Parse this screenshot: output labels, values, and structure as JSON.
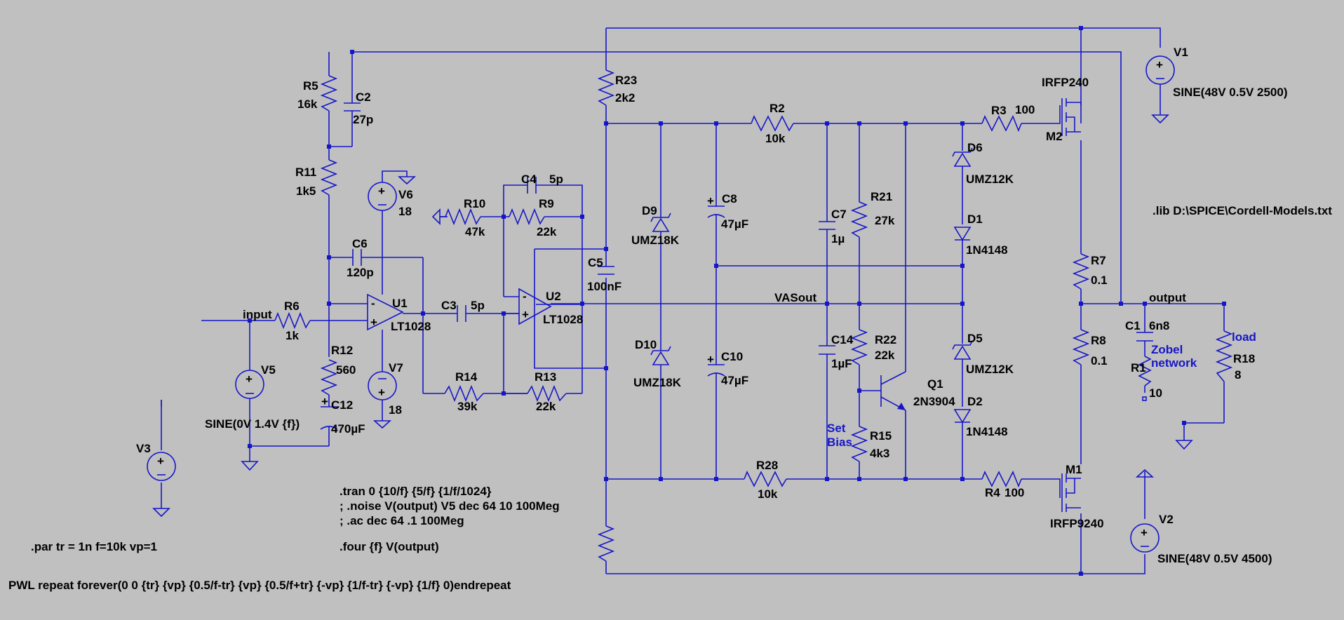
{
  "labels": {
    "R5": "R5",
    "R5v": "16k",
    "C2": "C2",
    "C2v": "27p",
    "R11": "R11",
    "R11v": "1k5",
    "V6": "V6",
    "V6v": "18",
    "C6": "C6",
    "C6v": "120p",
    "R6": "R6",
    "R6v": "1k",
    "input": "input",
    "U1": "U1",
    "U1m": "LT1028",
    "R12": "R12",
    "R12v": "560",
    "C12": "C12",
    "C12v": "470µF",
    "V5": "V5",
    "V5v": "SINE(0V 1.4V {f})",
    "V7": "V7",
    "V7v": "18",
    "V3": "V3",
    "C4": "C4",
    "C4v": "5p",
    "R10": "R10",
    "R10v": "47k",
    "R9": "R9",
    "R9v": "22k",
    "C3": "C3",
    "C3v": "5p",
    "U2": "U2",
    "U2m": "LT1028",
    "C5": "C5",
    "C5v": "100nF",
    "R14": "R14",
    "R14v": "39k",
    "R13": "R13",
    "R13v": "22k",
    "R23": "R23",
    "R23v": "2k2",
    "D9": "D9",
    "D9m": "UMZ18K",
    "D10": "D10",
    "D10m": "UMZ18K",
    "C8": "C8",
    "C8v": "47µF",
    "C10": "C10",
    "C10v": "47µF",
    "R2": "R2",
    "R2v": "10k",
    "R28": "R28",
    "R28v": "10k",
    "C7": "C7",
    "C7v": "1µ",
    "R21": "R21",
    "R21v": "27k",
    "VASout": "VASout",
    "C14": "C14",
    "C14v": "1µF",
    "R22": "R22",
    "R22v": "22k",
    "Q1": "Q1",
    "Q1m": "2N3904",
    "R15": "R15",
    "R15v": "4k3",
    "setbias": "Set",
    "setbias2": "Bias",
    "R3": "R3",
    "R3v": "100",
    "IRFP240": "IRFP240",
    "M2": "M2",
    "D6": "D6",
    "D6m": "UMZ12K",
    "D1": "D1",
    "D1m": "1N4148",
    "D5": "D5",
    "D5m": "UMZ12K",
    "D2": "D2",
    "D2m": "1N4148",
    "R4": "R4",
    "R4v": "100",
    "M1": "M1",
    "IRFP9240": "IRFP9240",
    "R7": "R7",
    "R7v": "0.1",
    "R8": "R8",
    "R8v": "0.1",
    "output": "output",
    "C1": "C1",
    "C1v": "6n8",
    "R1": "R1",
    "R1v": "10",
    "zobel": "Zobel",
    "zobel2": "network",
    "load": "load",
    "R18": "R18",
    "R18v": "8",
    "V1": "V1",
    "V1v": "SINE(48V 0.5V 2500)",
    "V2": "V2",
    "V2v": "SINE(48V 0.5V 4500)",
    "lib": ".lib D:\\SPICE\\Cordell-Models.txt",
    "tran": ".tran 0 {10/f} {5/f} {1/f/1024}",
    "noise": "; .noise V(output) V5 dec 64 10 100Meg",
    "ac": "; .ac dec 64 .1 100Meg",
    "four": ".four {f} V(output)",
    "par": ".par tr = 1n f=10k vp=1",
    "pwl": "PWL repeat forever(0 0 {tr} {vp} {0.5/f-tr} {vp} {0.5/f+tr} {-vp} {1/f-tr} {-vp} {1/f} 0)endrepeat"
  }
}
